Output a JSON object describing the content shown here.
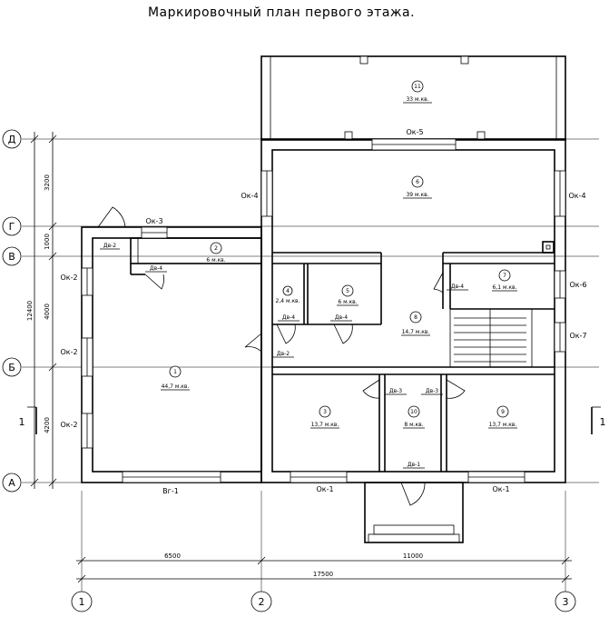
{
  "title": "Маркировочный план первого этажа.",
  "axes": {
    "letters": [
      "Д",
      "Г",
      "В",
      "Б",
      "А"
    ],
    "numbers": [
      "1",
      "2",
      "3"
    ],
    "section_mark": "1"
  },
  "dimensions": {
    "left": [
      "3200",
      "1000",
      "4000",
      "4200"
    ],
    "left_total": "12400",
    "bottom": [
      "6500",
      "11000"
    ],
    "bottom_total": "17500"
  },
  "rooms": [
    {
      "id": "room-1",
      "num": "1",
      "area": "44,7 м.кв."
    },
    {
      "id": "room-2",
      "num": "2",
      "area": "6 м.кв."
    },
    {
      "id": "room-3",
      "num": "3",
      "area": "13,7 м.кв."
    },
    {
      "id": "room-4",
      "num": "4",
      "area": "2,4 м.кв."
    },
    {
      "id": "room-5",
      "num": "5",
      "area": "6 м.кв."
    },
    {
      "id": "room-6",
      "num": "6",
      "area": "39 м.кв."
    },
    {
      "id": "room-7",
      "num": "7",
      "area": "6,1 м.кв."
    },
    {
      "id": "room-8",
      "num": "8",
      "area": "14,7 м.кв."
    },
    {
      "id": "room-9",
      "num": "9",
      "area": "13,7 м.кв."
    },
    {
      "id": "room-10",
      "num": "10",
      "area": "8 м.кв."
    },
    {
      "id": "room-11",
      "num": "11",
      "area": "33 м.кв."
    }
  ],
  "openings": {
    "ok5": "Ок-5",
    "ok4": "Ок-4",
    "ok3": "Ок-3",
    "ok2": "Ок-2",
    "ok6": "Ок-6",
    "ok7": "Ок-7",
    "ok1": "Ок-1",
    "vg1": "Вг-1",
    "dv1": "Дв-1",
    "dv2": "Дв-2",
    "dv3": "Дв-3",
    "dv4": "Дв-4"
  }
}
